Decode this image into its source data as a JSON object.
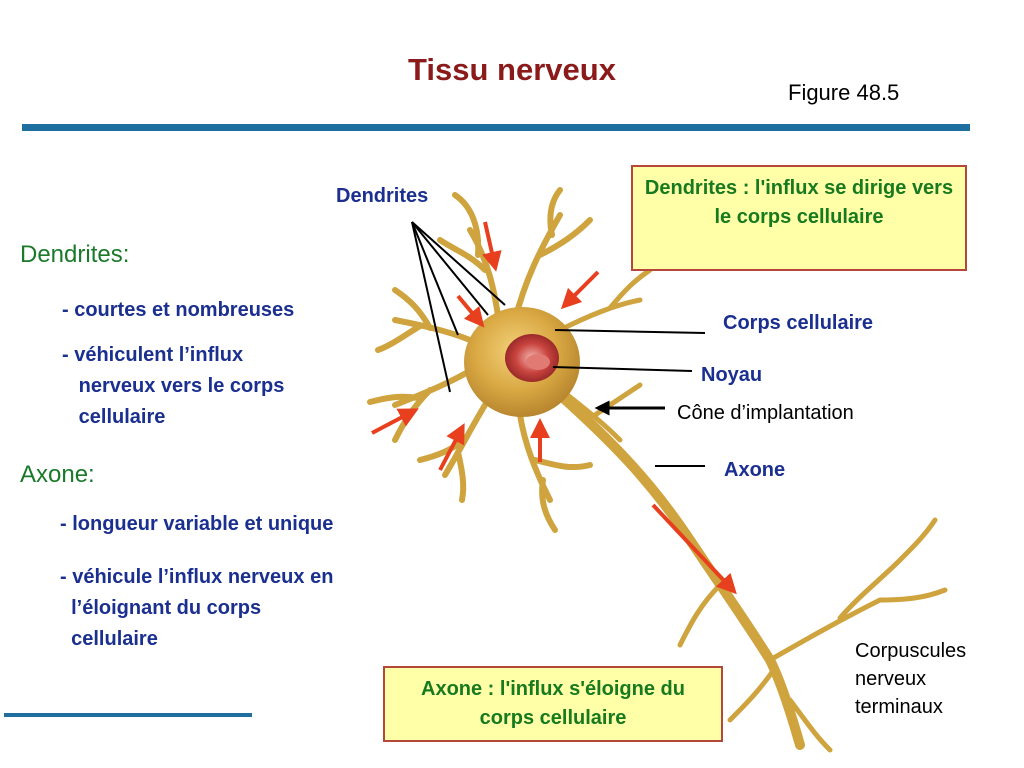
{
  "title": "Tissu nerveux",
  "figure_ref": "Figure 48.5",
  "left": {
    "dendrites_heading": "Dendrites:",
    "dendrites_b1": "- courtes et nombreuses",
    "dendrites_b2": "- véhiculent l’influx\n   nerveux vers le corps\n   cellulaire",
    "axone_heading": "Axone:",
    "axone_b1": "- longueur variable et unique",
    "axone_b2": "- véhicule l’influx nerveux en\n  l’éloignant du corps\n  cellulaire"
  },
  "boxes": {
    "dendrites_box": "Dendrites : l'influx se dirige vers le corps cellulaire",
    "axone_box": "Axone : l'influx s'éloigne du corps cellulaire"
  },
  "labels": {
    "dendrites": "Dendrites",
    "corps": "Corps cellulaire",
    "noyau": "Noyau",
    "cone": "Cône d’implantation",
    "axone": "Axone",
    "corpuscules": "Corpuscules\nnerveux\nterminaux"
  },
  "colors": {
    "title": "#8b1a1a",
    "heading_green": "#1a7a2a",
    "text_blue": "#1a2f8f",
    "bar_blue": "#1e6fa0",
    "box_fill": "#ffffa8",
    "box_border": "#b5483a",
    "arrow_red": "#e8401f",
    "neuron": "#d9b24a"
  }
}
